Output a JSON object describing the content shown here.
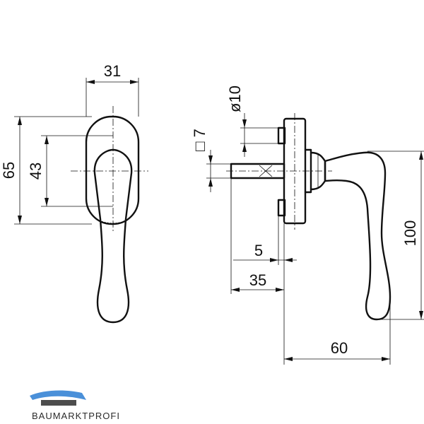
{
  "diagram": {
    "front_view": {
      "width_label": "31",
      "rosette_height_label": "65",
      "screw_spacing_label": "43"
    },
    "side_view": {
      "pin_square_label": "□ 7",
      "shaft_diameter_label": "ø10",
      "offset_label": "5",
      "pin_length_label": "35",
      "height_label": "100",
      "projection_label": "60"
    },
    "logo": {
      "text": "BAUMARKTPROFI",
      "colors": {
        "accent": "#4a90d9",
        "dark": "#4d4d4d"
      }
    }
  }
}
